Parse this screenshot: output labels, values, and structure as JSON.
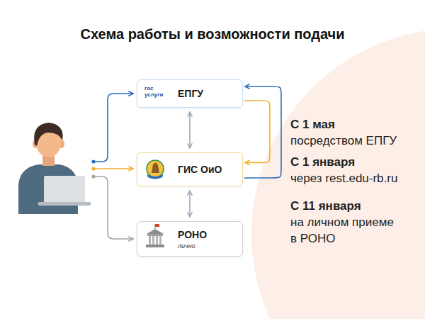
{
  "diagram": {
    "title": "Схема работы и возможности подачи",
    "nodes": [
      {
        "text": [
          "гос услуги",
          "ЕПГУ"
        ]
      },
      {
        "text": [
          "ГИС ОиО"
        ]
      },
      {
        "text": [
          "РОНО",
          "лично"
        ]
      }
    ],
    "edges": [
      {
        "from": 0,
        "to": 1,
        "arrow": "both"
      },
      {
        "from": 1,
        "to": 2,
        "arrow": "both"
      },
      {
        "from": 1,
        "to": 0,
        "arrow": "to"
      },
      {
        "from": 0,
        "to": 1,
        "arrow": "to"
      }
    ],
    "labels": [
      "С 1 мая",
      "посредством ЕПГУ",
      "С 1 января",
      "через rest.edu-rb.ru",
      "С 11 января",
      "на личном приеме в РОНО"
    ]
  }
}
